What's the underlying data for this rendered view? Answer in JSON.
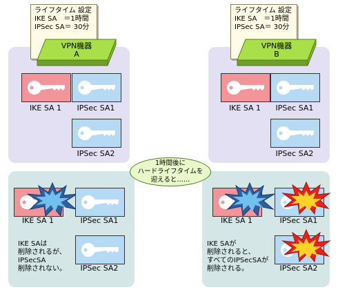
{
  "lifetime_note": {
    "lines": "ライフタイム 設定\nIKE SA　＝1時間\nIPSec SA＝ 30分"
  },
  "devices": {
    "a": "VPN機器\nA",
    "b": "VPN機器\nB"
  },
  "labels": {
    "ike_sa1": "IKE SA 1",
    "ipsec_sa1": "IPSec SA1",
    "ipsec_sa2": "IPSec SA2"
  },
  "bubble": "1時間後に\nハードライフタイムを\n迎えると……",
  "captions": {
    "left": "IKE SAは\n削除されるが、\nIPSecSA\n削除されない。",
    "right": "IKE SAが\n削除されると、\nすべてのIPSecSAが\n削除される。"
  },
  "colors": {
    "ike_key": "#f2959a",
    "ipsec_key": "#b7daf4",
    "device": "#a9e04a",
    "bubble": "#e8f8c8"
  },
  "icons": [
    "key-icon",
    "blue-burst-icon",
    "red-burst-icon"
  ]
}
